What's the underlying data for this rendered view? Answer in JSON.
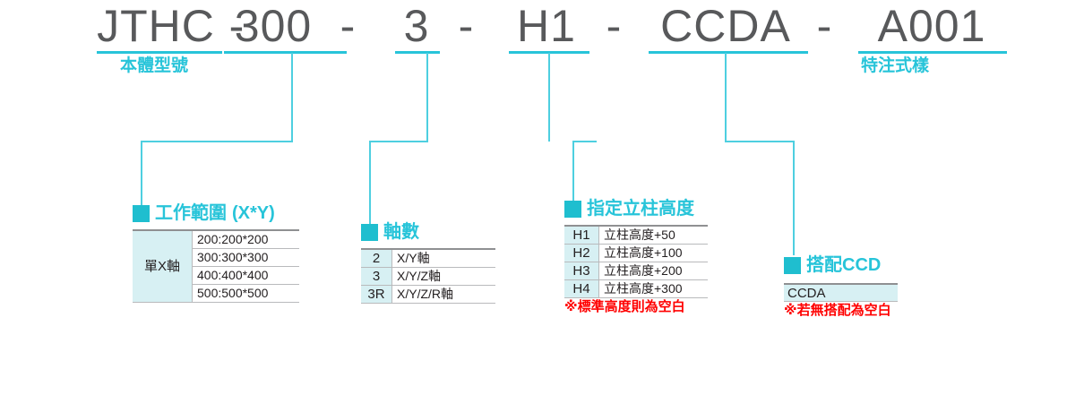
{
  "colors": {
    "accent": "#27c4d9",
    "accent_line": "#4ecfe0",
    "code_text": "#58595b",
    "cell_fill": "#d7f0f3",
    "note_red": "#ff0000",
    "border": "#b9babc"
  },
  "model_number": {
    "segments": [
      {
        "id": "body-model",
        "text": "JTHC"
      },
      {
        "id": "work-range",
        "text": "300"
      },
      {
        "id": "axis-count",
        "text": "3"
      },
      {
        "id": "column-height",
        "text": "H1"
      },
      {
        "id": "ccd",
        "text": "CCDA"
      },
      {
        "id": "special-spec",
        "text": "A001"
      }
    ],
    "separators": [
      "-",
      "-",
      "-",
      "-",
      "-"
    ]
  },
  "captions": {
    "body_model": "本體型號",
    "special_spec": "特注式樣"
  },
  "blocks": [
    {
      "id": "work-range",
      "title": "工作範圍",
      "title_suffix": "(X*Y)",
      "span_label": "單X軸",
      "rows": [
        {
          "value": "200:200*200"
        },
        {
          "value": "300:300*300"
        },
        {
          "value": "400:400*400"
        },
        {
          "value": "500:500*500"
        }
      ],
      "note": ""
    },
    {
      "id": "axis-count",
      "title": "軸數",
      "title_suffix": "",
      "rows": [
        {
          "code": "2",
          "value": "X/Y軸"
        },
        {
          "code": "3",
          "value": "X/Y/Z軸"
        },
        {
          "code": "3R",
          "value": "X/Y/Z/R軸"
        }
      ],
      "note": ""
    },
    {
      "id": "column-height",
      "title": "指定立柱高度",
      "title_suffix": "",
      "rows": [
        {
          "code": "H1",
          "value": "立柱高度+50"
        },
        {
          "code": "H2",
          "value": "立柱高度+100"
        },
        {
          "code": "H3",
          "value": "立柱高度+200"
        },
        {
          "code": "H4",
          "value": "立柱高度+300"
        }
      ],
      "note": "※標準高度則為空白"
    },
    {
      "id": "ccd",
      "title": "搭配CCD",
      "title_suffix": "",
      "value": "CCDA",
      "note": "※若無搭配為空白"
    }
  ]
}
